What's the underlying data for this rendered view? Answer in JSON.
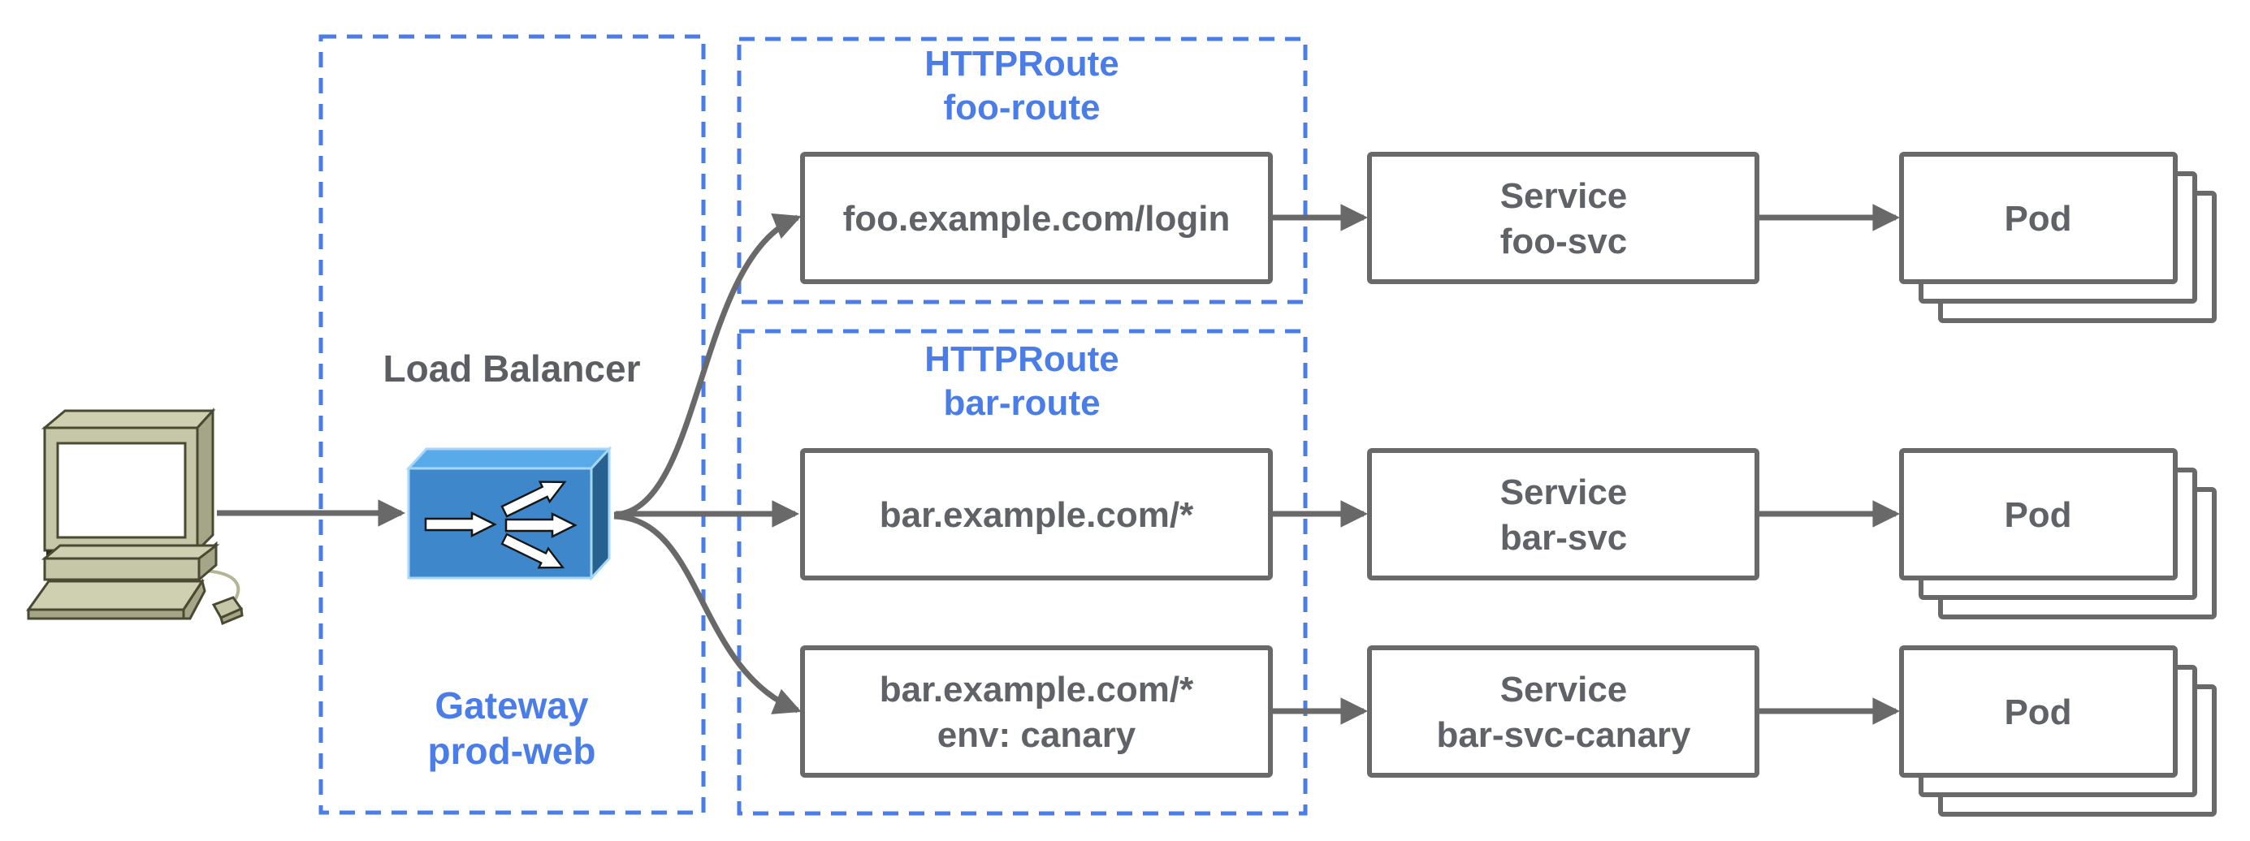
{
  "diagram": {
    "client": {
      "icon": "desktop-computer-icon"
    },
    "gateway": {
      "icon": "load-balancer-icon",
      "title": "Load Balancer",
      "kind": "Gateway",
      "name": "prod-web"
    },
    "route_groups": [
      {
        "kind": "HTTPRoute",
        "name": "foo-route"
      },
      {
        "kind": "HTTPRoute",
        "name": "bar-route"
      }
    ],
    "routes": [
      {
        "match": "foo.example.com/login"
      },
      {
        "match": "bar.example.com/*"
      },
      {
        "match": "bar.example.com/*",
        "header": "env: canary"
      }
    ],
    "services": [
      {
        "kind": "Service",
        "name": "foo-svc"
      },
      {
        "kind": "Service",
        "name": "bar-svc"
      },
      {
        "kind": "Service",
        "name": "bar-svc-canary"
      }
    ],
    "pods": [
      {
        "label": "Pod"
      },
      {
        "label": "Pod"
      },
      {
        "label": "Pod"
      }
    ],
    "colors": {
      "accent_blue": "#4a7de8",
      "stroke_gray": "#696969",
      "label_gray": "#5f6368",
      "lb_blue_front": "#3f87cb",
      "lb_blue_top": "#58aae9",
      "lb_blue_side": "#27618f",
      "client_beige": "#c6c6a9"
    }
  }
}
